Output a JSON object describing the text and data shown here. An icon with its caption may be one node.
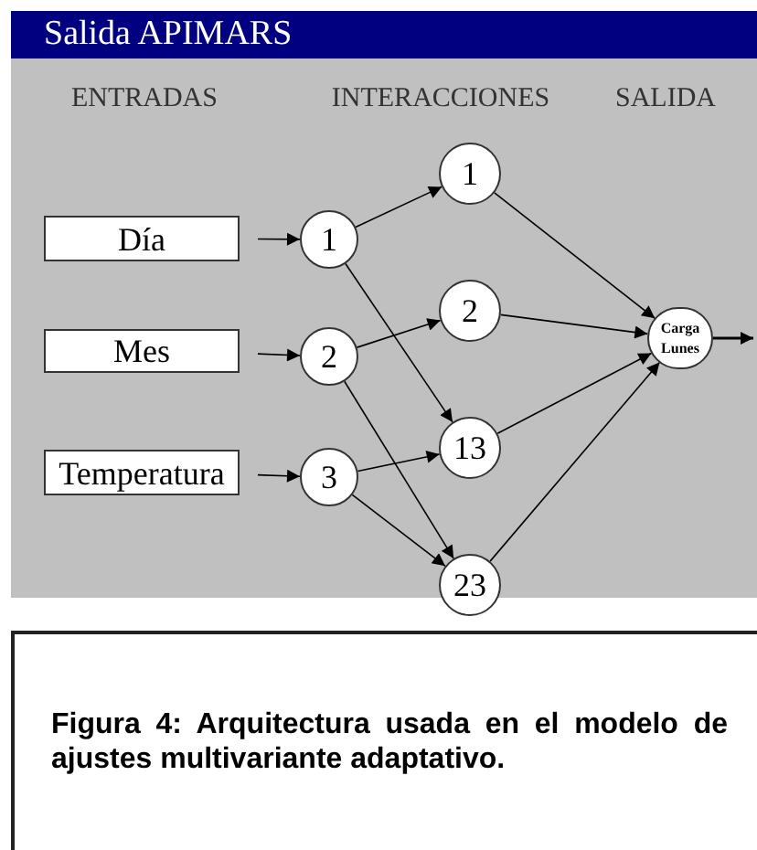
{
  "diagram": {
    "title": "Salida APIMARS",
    "nodes": [
      {
        "text": [
          "Día"
        ]
      },
      {
        "text": [
          "Mes"
        ]
      },
      {
        "text": [
          "Temperatura"
        ]
      },
      {
        "text": [
          "1"
        ]
      },
      {
        "text": [
          "2"
        ]
      },
      {
        "text": [
          "3"
        ]
      },
      {
        "text": [
          "1"
        ]
      },
      {
        "text": [
          "2"
        ]
      },
      {
        "text": [
          "13"
        ]
      },
      {
        "text": [
          "23"
        ]
      },
      {
        "text": [
          "Carga Lunes"
        ]
      }
    ],
    "edges": [
      {
        "from": 0,
        "to": 3,
        "arrow": "to"
      },
      {
        "from": 1,
        "to": 4,
        "arrow": "to"
      },
      {
        "from": 2,
        "to": 5,
        "arrow": "to"
      },
      {
        "from": 3,
        "to": 6,
        "arrow": "to"
      },
      {
        "from": 3,
        "to": 8,
        "arrow": "to"
      },
      {
        "from": 4,
        "to": 7,
        "arrow": "to"
      },
      {
        "from": 4,
        "to": 9,
        "arrow": "to"
      },
      {
        "from": 5,
        "to": 8,
        "arrow": "to"
      },
      {
        "from": 5,
        "to": 9,
        "arrow": "to"
      },
      {
        "from": 6,
        "to": 10,
        "arrow": "to"
      },
      {
        "from": 7,
        "to": 10,
        "arrow": "to"
      },
      {
        "from": 8,
        "to": 10,
        "arrow": "to"
      },
      {
        "from": 9,
        "to": 10,
        "arrow": "to"
      },
      {
        "from": 10,
        "to": null,
        "arrow": "to"
      }
    ],
    "labels": [
      "ENTRADAS",
      "INTERACCIONES",
      "SALIDA"
    ],
    "caption": "Figura 4: Arquitectura usada en el modelo de ajustes multivariante adaptativo."
  }
}
